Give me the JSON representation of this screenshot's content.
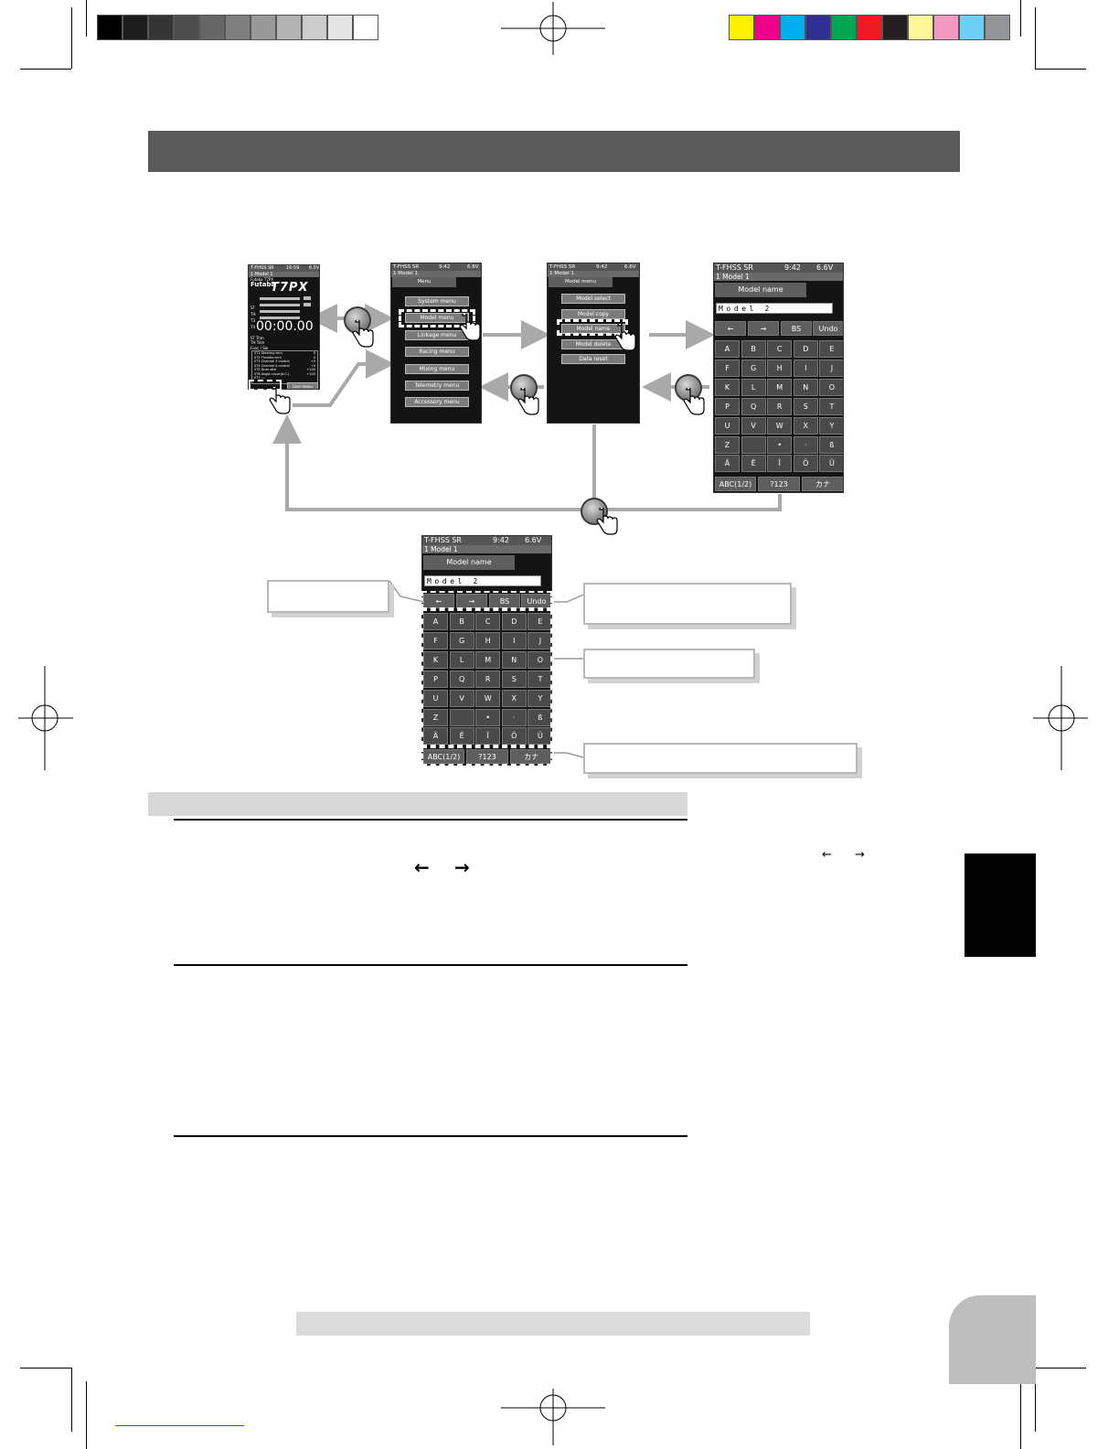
{
  "colors": {
    "gray_bar": [
      "#000000",
      "#1c1c1c",
      "#353535",
      "#4d4d4d",
      "#666666",
      "#7f7f7f",
      "#999999",
      "#b2b2b2",
      "#cccccc",
      "#e5e5e5",
      "#ffffff"
    ],
    "color_bar": [
      "#fff200",
      "#ec008c",
      "#00aeef",
      "#2e3192",
      "#00a651",
      "#ed1c24",
      "#231f20",
      "#fff799",
      "#f49ac1",
      "#6dcff6",
      "#939598"
    ],
    "header_bar": "#5a5a5a",
    "section_band": "#d8d8d8",
    "side_tab": "#000000",
    "page_corner": "#bdbdbd"
  },
  "home": {
    "status_left": "T-FHSS SR",
    "status_mid": "16:59",
    "status_right": "6.5V",
    "model": "1   Model 1",
    "brand_small": "Futaba T7PX",
    "brand": "Futaba",
    "logo": "T7PX",
    "trims": [
      "ST",
      "TH",
      "T3",
      "T4"
    ],
    "timer": "00:00.00",
    "trim_rows": [
      "ST Trim",
      "TH Trim"
    ],
    "list_head": "Func / Sw",
    "list": [
      [
        "ST1  Steering trim",
        "0"
      ],
      [
        "ST2  Throttle trim",
        "0"
      ],
      [
        "ST3  Channel 3 control",
        "+0"
      ],
      [
        "ST4  Channel 4 control",
        "+0"
      ],
      [
        "ST5  Dual rate",
        "+100"
      ],
      [
        "ST6  Angle curve(A.C.)",
        "+100"
      ],
      [
        "ST7  ---",
        ""
      ]
    ],
    "user_menu": "User menu"
  },
  "menu_screen": {
    "status_left": "T-FHSS SR",
    "status_mid": "9:42",
    "status_right": "6.6V",
    "model": "1   Model 1",
    "tab": "Menu",
    "items": [
      "System menu",
      "Model menu",
      "Linkage menu",
      "Racing menu",
      "Mixing menu",
      "Telemetry menu",
      "Accessory menu"
    ]
  },
  "model_menu_screen": {
    "status_left": "T-FHSS SR",
    "status_mid": "9:42",
    "status_right": "6.6V",
    "model": "1   Model 1",
    "tab": "Model menu",
    "items": [
      "Model select",
      "Model copy",
      "Model name",
      "Model delete",
      "Data reset"
    ]
  },
  "keyboard": {
    "status_left": "T-FHSS SR",
    "status_mid": "9:42",
    "status_right": "6.6V",
    "model": "1   Model 1",
    "tab": "Model name",
    "name": "Model 2",
    "edit_keys": [
      "←",
      "→",
      "BS",
      "Undo"
    ],
    "rows": [
      [
        "A",
        "B",
        "C",
        "D",
        "E"
      ],
      [
        "F",
        "G",
        "H",
        "I",
        "J"
      ],
      [
        "K",
        "L",
        "M",
        "N",
        "O"
      ],
      [
        "P",
        "Q",
        "R",
        "S",
        "T"
      ],
      [
        "U",
        "V",
        "W",
        "X",
        "Y"
      ],
      [
        "Z",
        "",
        "•",
        "·",
        "ß"
      ],
      [
        "Ä",
        "Ë",
        "Ï",
        "Ö",
        "Ü"
      ]
    ],
    "mode_keys": [
      "ABC(1/2)",
      "?123",
      "カナ"
    ]
  },
  "text": {
    "arrow_pair_main": [
      "←",
      "→"
    ],
    "arrow_pair_side": [
      "←",
      "→"
    ]
  }
}
